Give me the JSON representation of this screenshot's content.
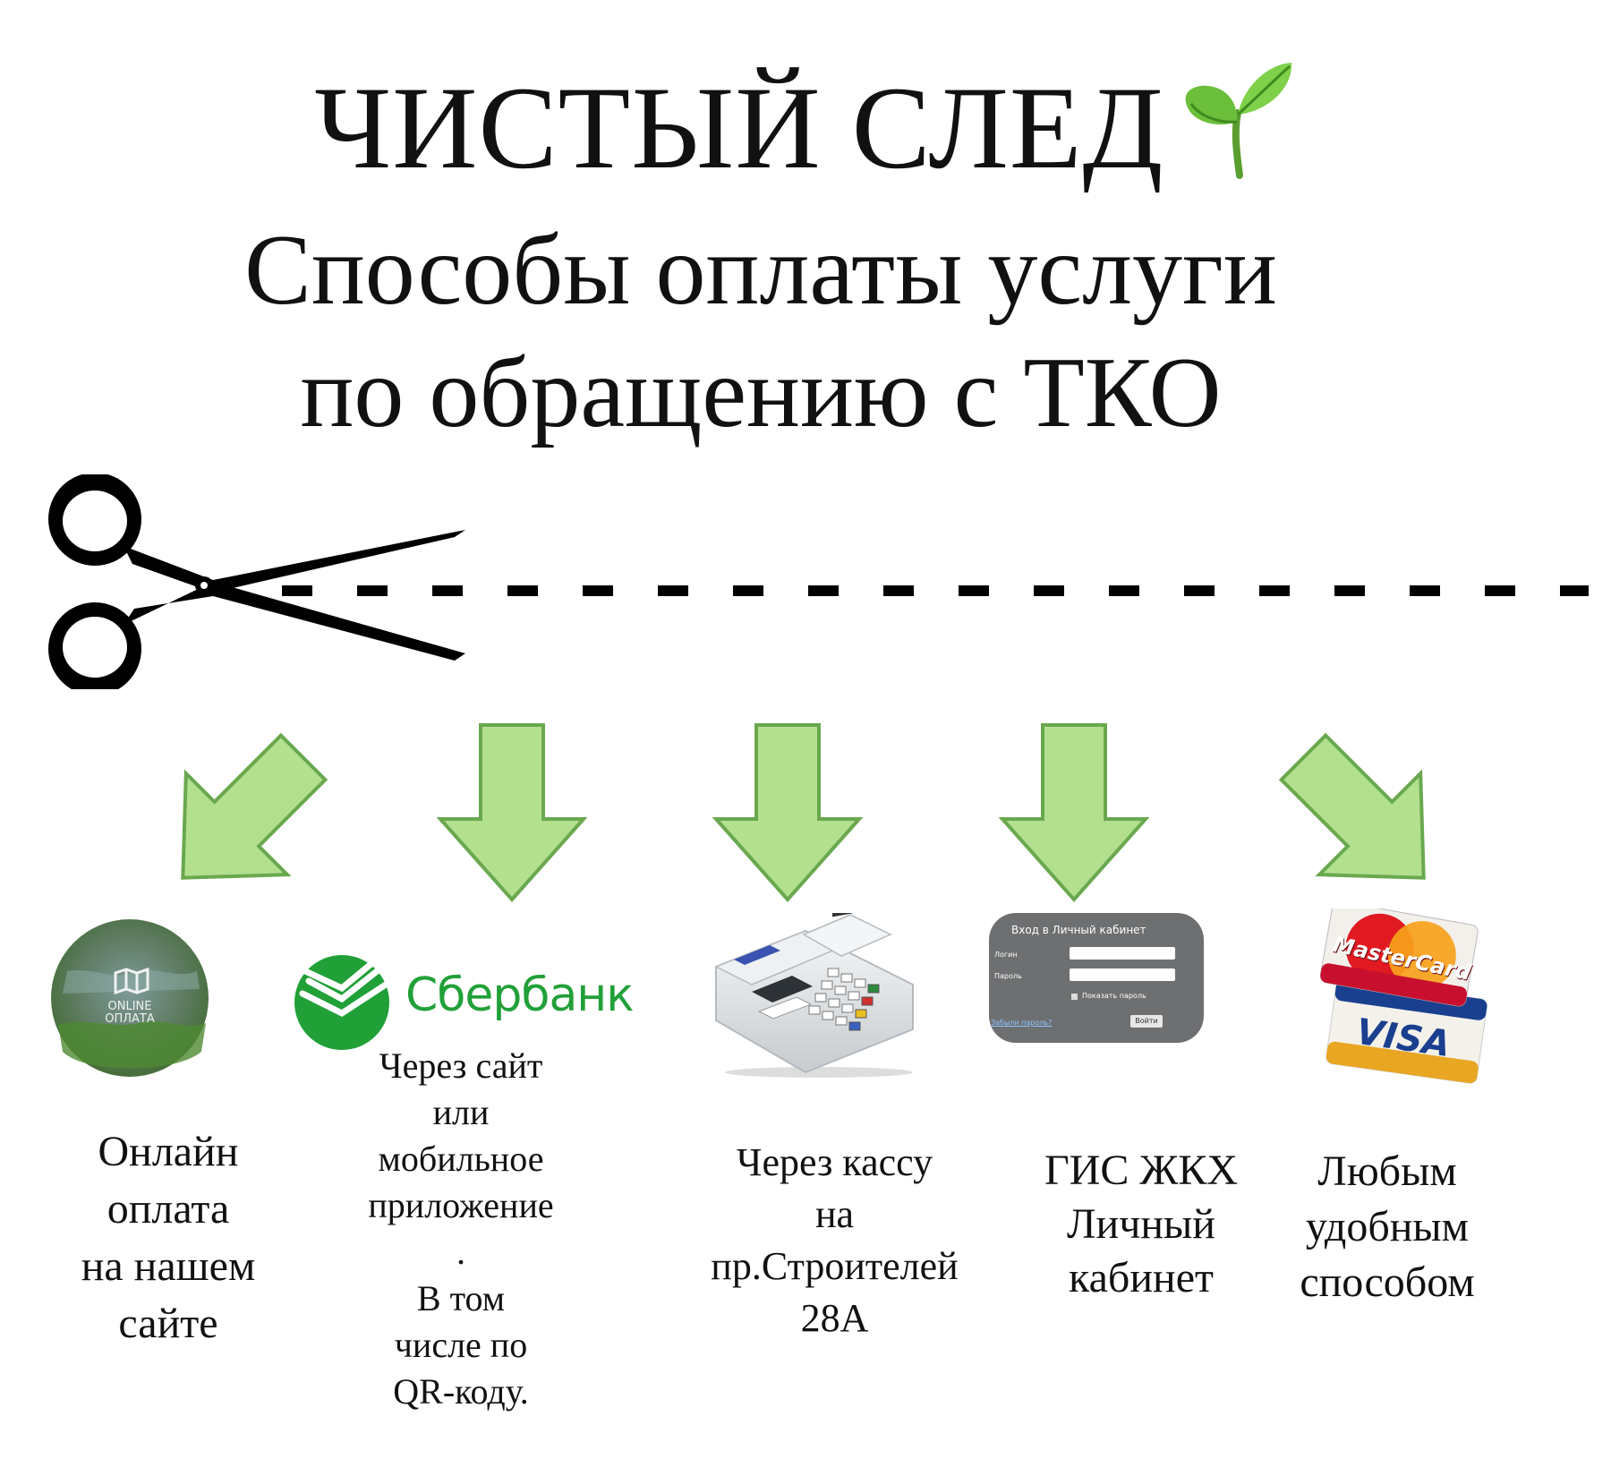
{
  "header": {
    "brand": "ЧИСТЫЙ СЛЕД",
    "subtitle_line1": "Способы оплаты услуги",
    "subtitle_line2": "по обращению с ТКО"
  },
  "colors": {
    "arrow_fill": "#b2e08e",
    "arrow_stroke": "#6aa84f",
    "sber_green": "#21a038",
    "text": "#111111"
  },
  "methods": [
    {
      "icon": "online-payment-badge-icon",
      "badge_text": [
        "ONLINE",
        "ОПЛАТА"
      ],
      "label_lines": [
        "Онлайн",
        "оплата",
        "на нашем",
        "сайте"
      ]
    },
    {
      "icon": "sberbank-logo-icon",
      "logo_text": "Сбербанк",
      "label_lines": [
        "Через сайт",
        "или",
        "мобильное",
        "приложение",
        ".",
        "В том",
        "числе по",
        "QR-коду."
      ]
    },
    {
      "icon": "cash-register-icon",
      "label_lines": [
        "Через кассу",
        "на",
        "пр.Строителей",
        "28А"
      ]
    },
    {
      "icon": "login-form-icon",
      "form": {
        "title": "Вход в Личный кабинет",
        "login_label": "Логин",
        "password_label": "Пароль",
        "show_password": "Показать пароль",
        "forgot_link": "Забыли пароль?",
        "submit": "Войти"
      },
      "label_lines": [
        "ГИС ЖКХ",
        "Личный",
        "кабинет"
      ]
    },
    {
      "icon": "credit-cards-icon",
      "cards": [
        "MasterCard",
        "VISA"
      ],
      "label_lines": [
        "Любым",
        "удобным",
        "способом"
      ]
    }
  ]
}
